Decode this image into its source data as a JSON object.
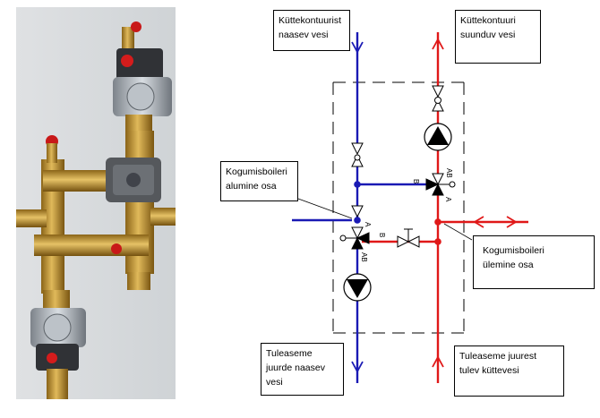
{
  "labels": {
    "return_to_heating": "Küttekontuurist\nnaasev vesi",
    "supply_to_heating": "Küttekontuuri\nsuunduv vesi",
    "boiler_lower": "Kogumisboileri\nalumine osa",
    "boiler_upper": "Kogumisboileri\nülemine osa",
    "return_to_source": "Tuleaseme\njuurde naasev\nvesi",
    "supply_from_source": "Tuleaseme juurest\ntulev küttevesi"
  },
  "valve_letters": {
    "top_ab": "AB",
    "top_b": "B",
    "top_a": "A",
    "bottom_a": "A",
    "bottom_b": "B",
    "bottom_ab": "AB"
  },
  "colors": {
    "cold": "#1a1ab4",
    "hot": "#e01818",
    "line": "#000000"
  }
}
